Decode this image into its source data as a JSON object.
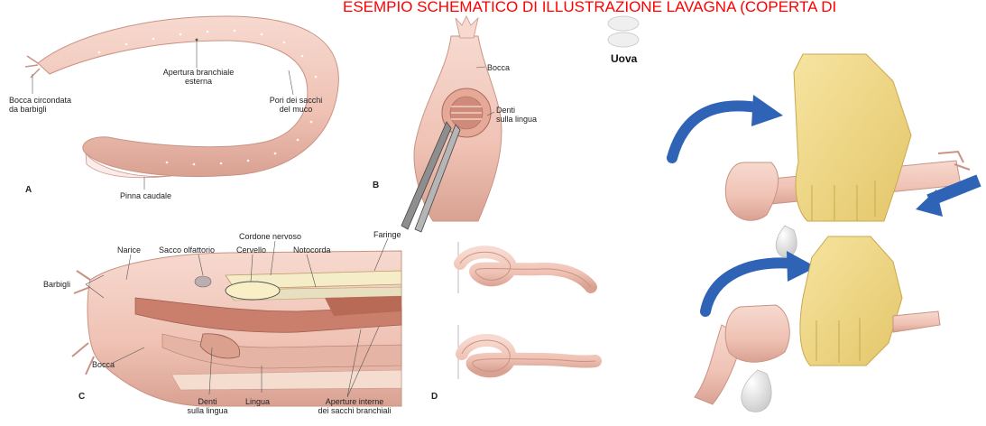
{
  "header": {
    "title": "ESEMPIO SCHEMATICO DI ILLUSTRAZIONE LAVAGNA (COPERTA DI"
  },
  "eggs": {
    "label": "Uova"
  },
  "panels": {
    "a": "A",
    "b": "B",
    "c": "C",
    "d": "D"
  },
  "panel_a": {
    "mouth_line1": "Bocca circondata",
    "mouth_line2": "da barbigli",
    "gill_line1": "Apertura branchiale",
    "gill_line2": "esterna",
    "pores_line1": "Pori dei sacchi",
    "pores_line2": "del muco",
    "fin": "Pinna caudale"
  },
  "panel_b": {
    "mouth": "Bocca",
    "teeth_line1": "Denti",
    "teeth_line2": "sulla lingua"
  },
  "panel_c": {
    "nerve_cord": "Cordone nervoso",
    "pharynx": "Faringe",
    "nostril": "Narice",
    "olfactory_sac": "Sacco olfattorio",
    "brain": "Cervello",
    "notochord": "Notocorda",
    "barbels": "Barbigli",
    "mouth": "Bocca",
    "teeth_line1": "Denti",
    "teeth_line2": "sulla lingua",
    "tongue": "Lingua",
    "internal_line1": "Aperture interne",
    "internal_line2": "dei sacchi branchiali"
  },
  "colors": {
    "body": "#f1c9bc",
    "body_dark": "#d9a192",
    "glove": "#f3dd8c",
    "arrow": "#2f63b5",
    "title": "#ff0000"
  }
}
